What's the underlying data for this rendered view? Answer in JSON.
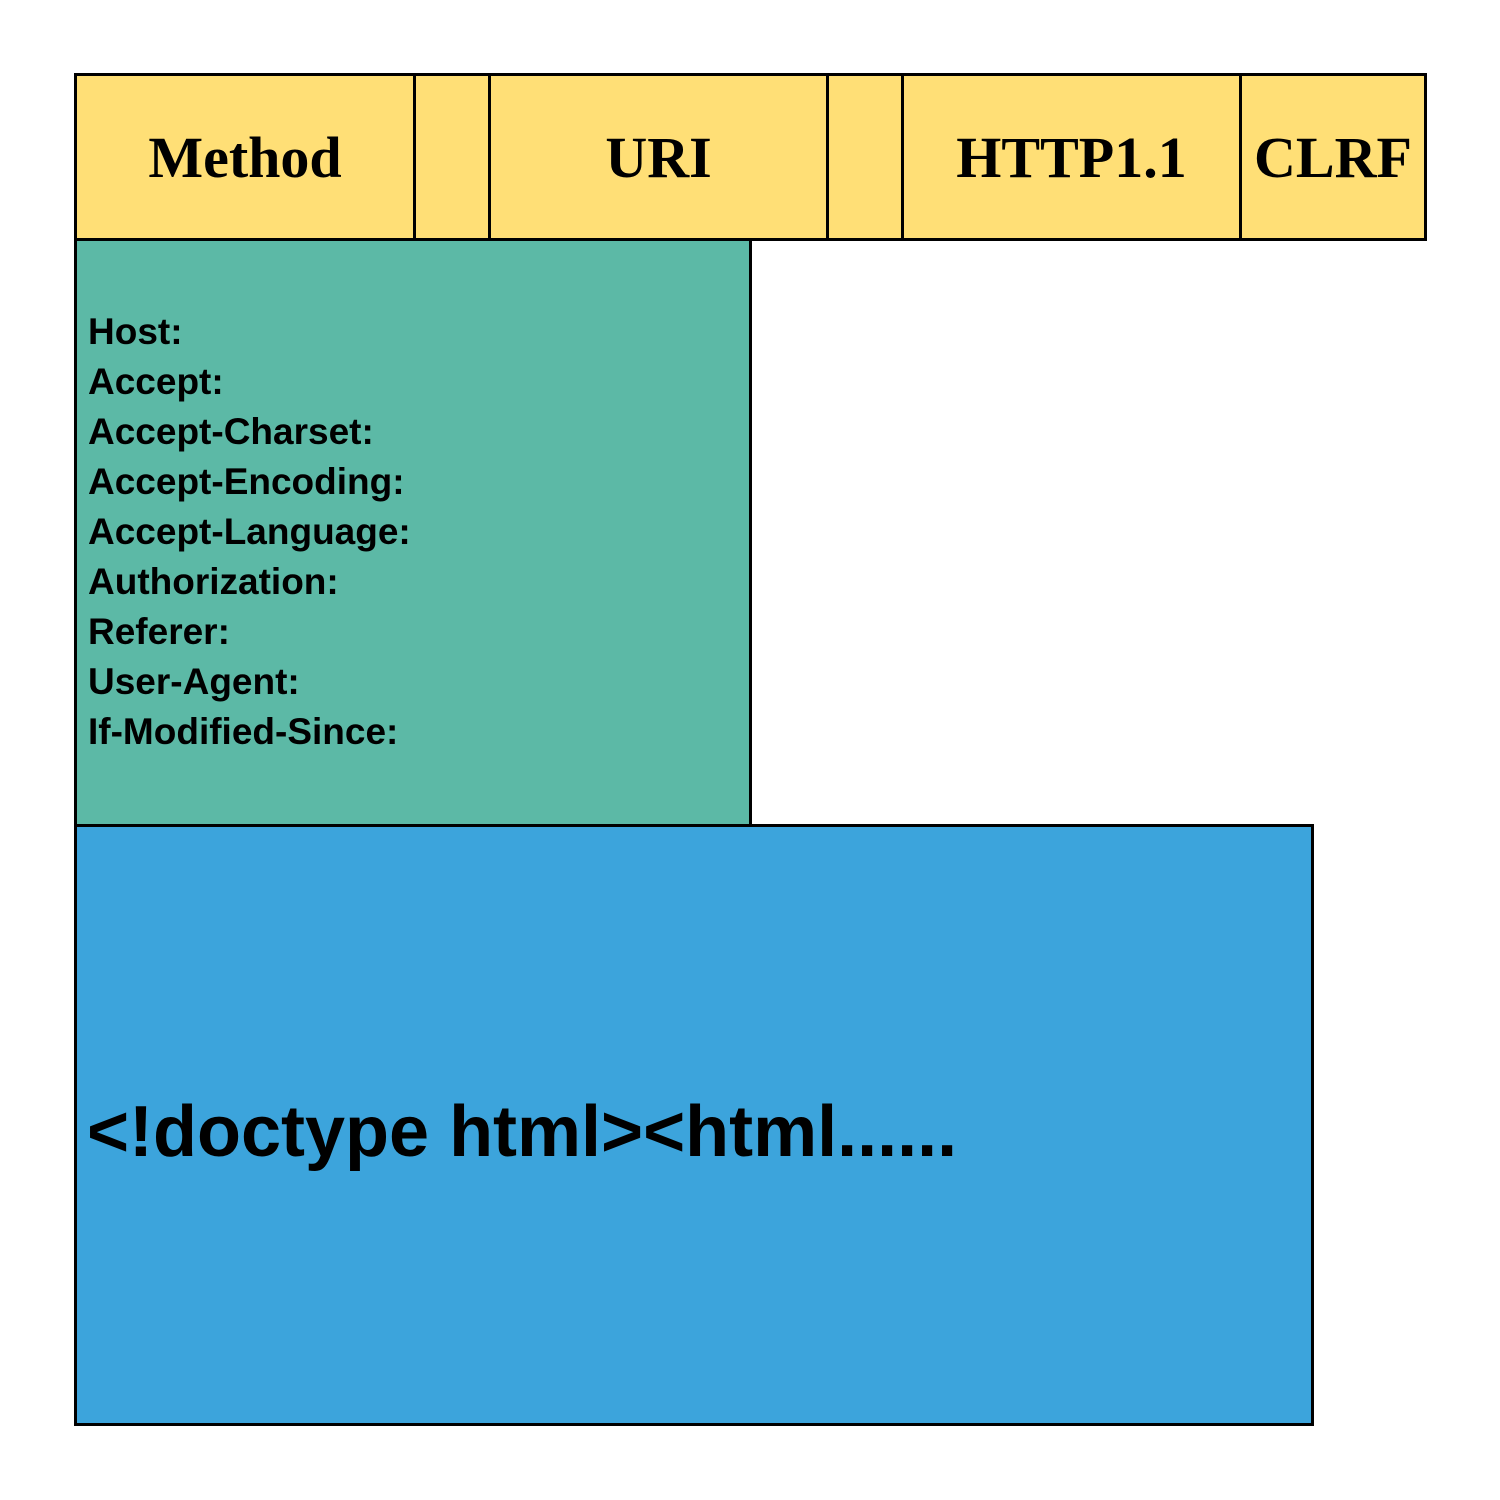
{
  "colors": {
    "request_line": "#FFDF76",
    "headers": "#5CB9A6",
    "body": "#3CA4DC",
    "border": "#000000"
  },
  "request_line": {
    "method": "Method",
    "space_1": "",
    "uri": "URI",
    "space_2": "",
    "version": "HTTP1.1",
    "line_end": "CLRF"
  },
  "headers": [
    "Host:",
    "Accept:",
    "Accept-Charset:",
    "Accept-Encoding:",
    "Accept-Language:",
    "Authorization:",
    "Referer:",
    "User-Agent:",
    "If-Modified-Since:"
  ],
  "body": {
    "content": "<!doctype html><html......"
  }
}
